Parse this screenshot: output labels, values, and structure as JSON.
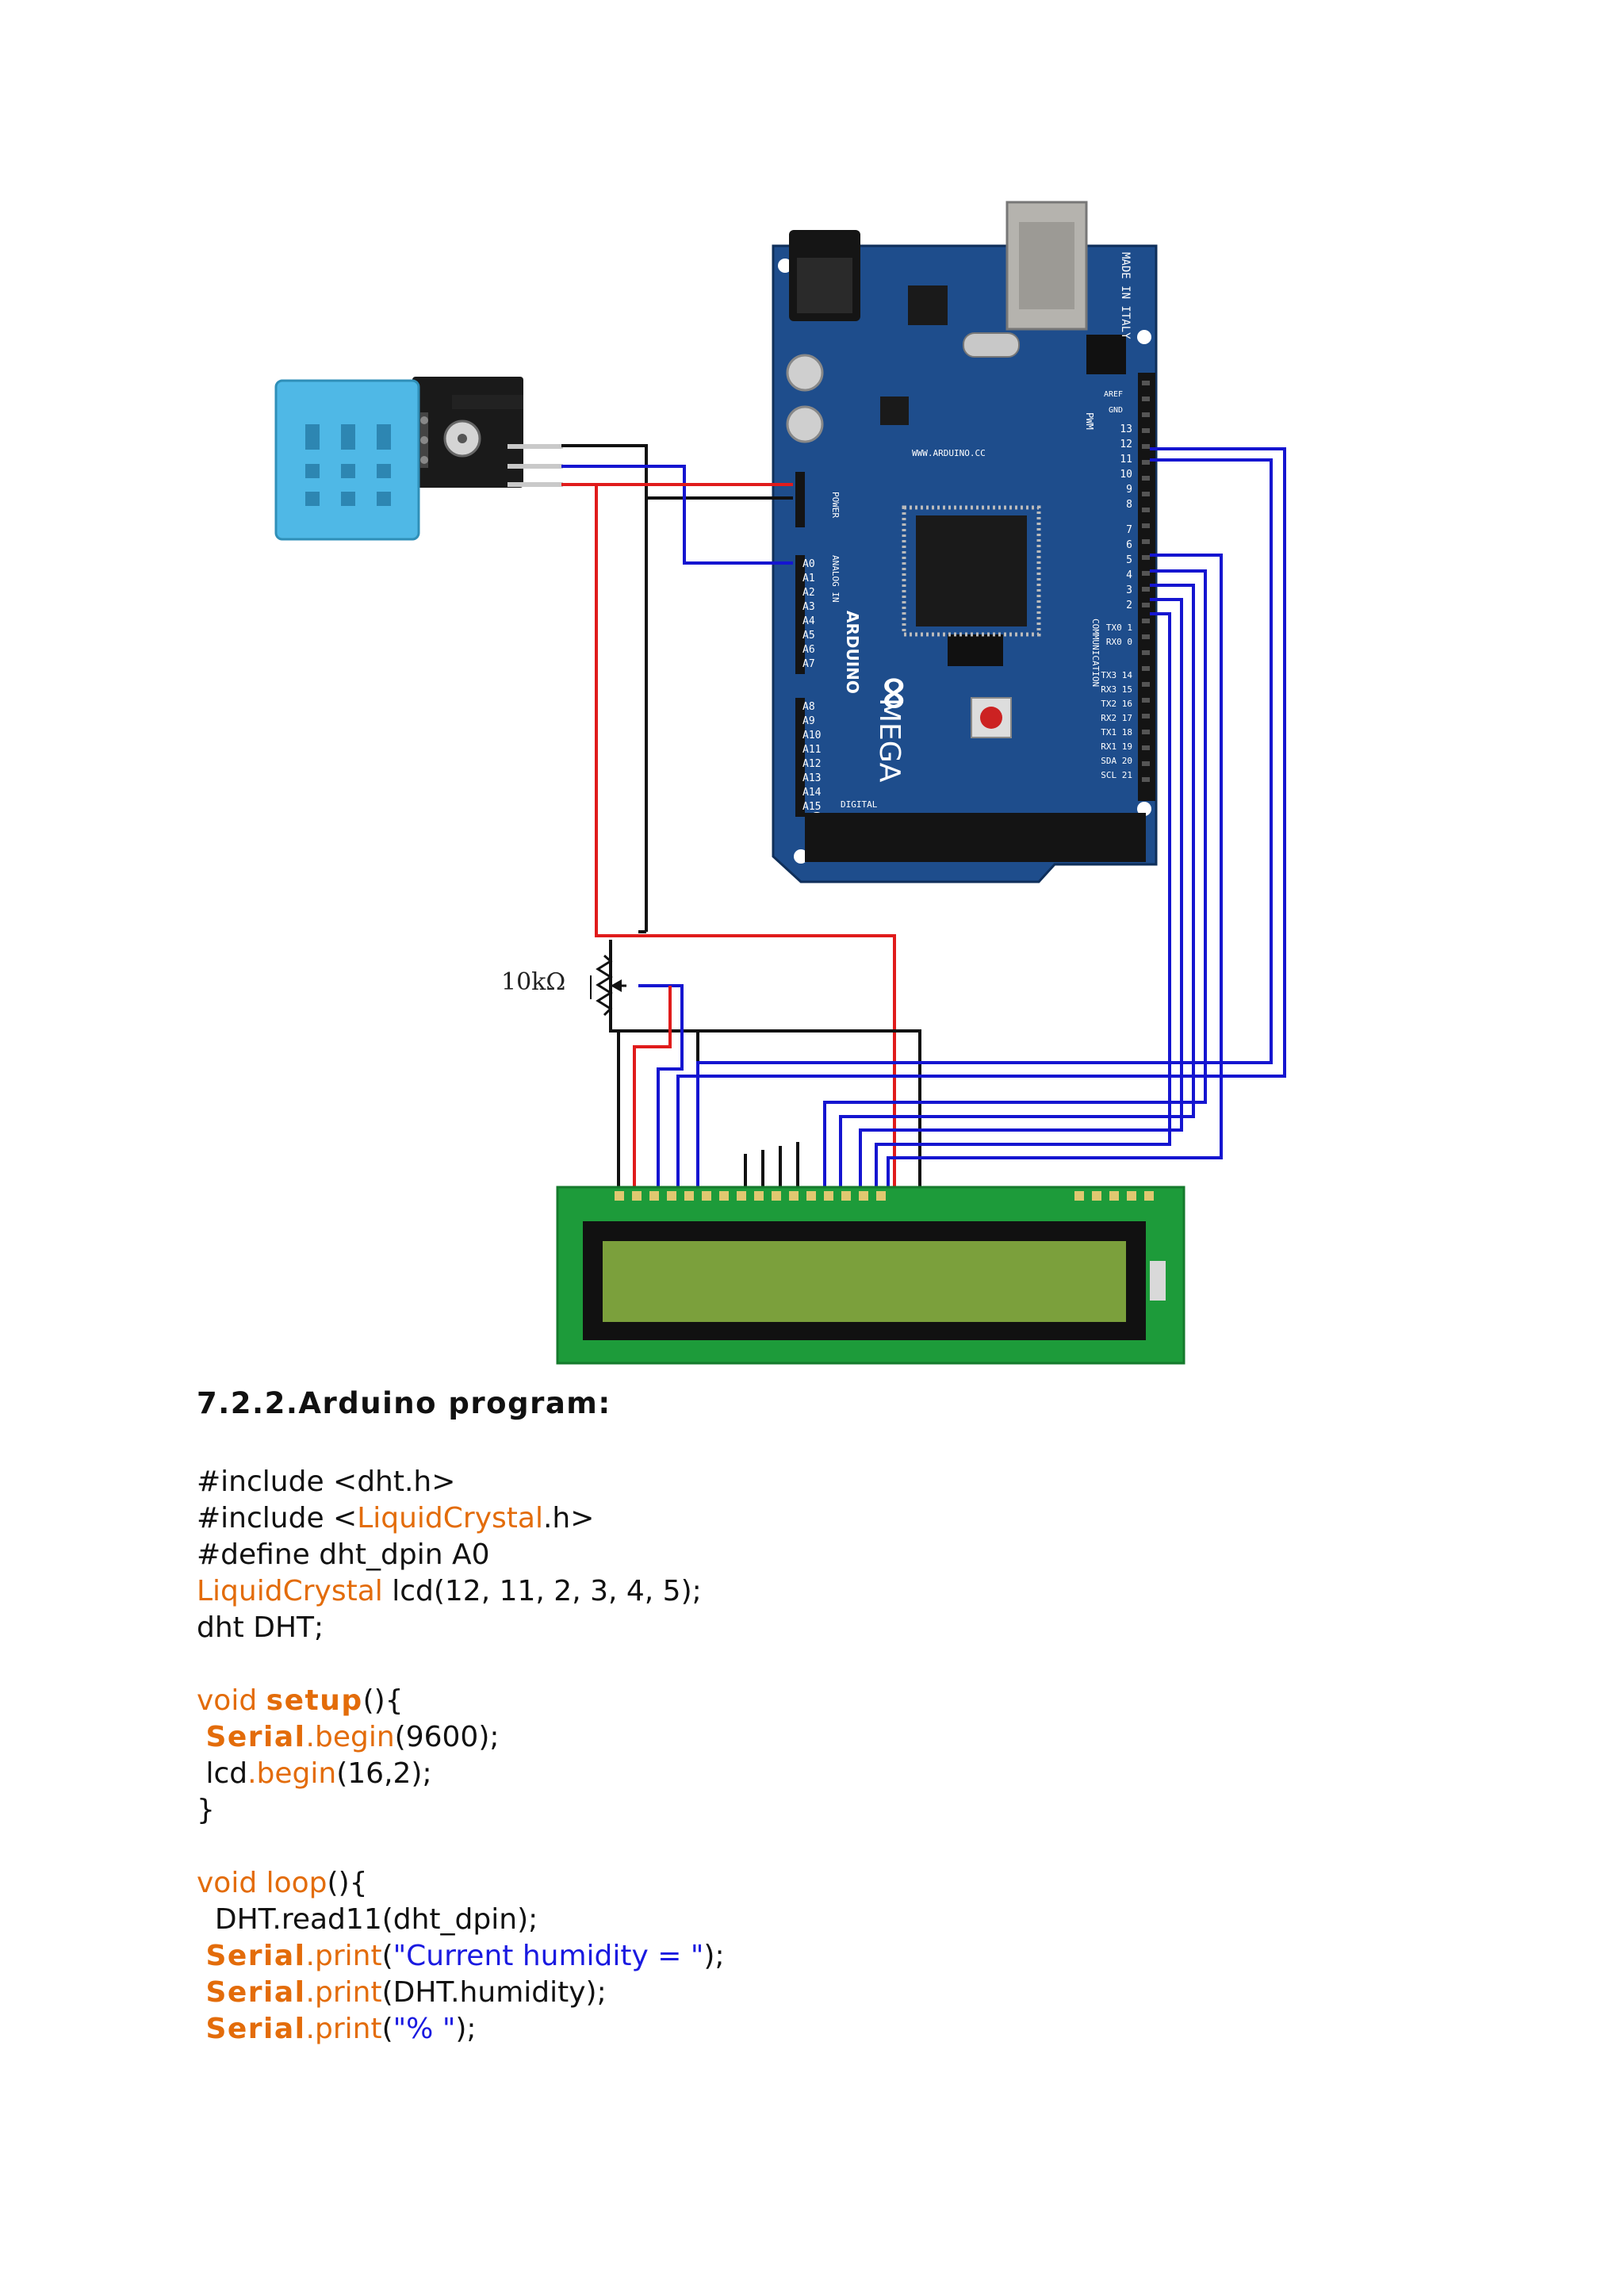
{
  "diagram": {
    "resistor_label": "10kΩ",
    "board_labels": {
      "made_in": "MADE IN ITALY",
      "brand": "ARDUINO",
      "model": "MEGA",
      "analog_in": "ANALOG IN",
      "power": "POWER",
      "communication": "COMMUNICATION",
      "digital": "DIGITAL",
      "pwm": "PWM",
      "aref": "AREF",
      "gnd": "GND",
      "website": "WWW.ARDUINO.CC",
      "analog_pins": [
        "A0",
        "A1",
        "A2",
        "A3",
        "A4",
        "A5",
        "A6",
        "A7",
        "A8",
        "A9",
        "A10",
        "A11",
        "A12",
        "A13",
        "A14",
        "A15"
      ],
      "pwm_pins": [
        "13",
        "12",
        "11",
        "10",
        "9",
        "8",
        "7",
        "6",
        "5",
        "4",
        "3",
        "2"
      ],
      "comm_pins": [
        "TX0 1",
        "RX0 0",
        "TX3 14",
        "RX3 15",
        "TX2 16",
        "RX2 17",
        "TX1 18",
        "RX1 19",
        "SDA 20",
        "SCL 21"
      ]
    },
    "wire_colors": {
      "red": "#e01b1b",
      "blue": "#1515d0",
      "black": "#111111"
    },
    "board_color": "#1e4d8c",
    "sensor_color": "#4fb8e6",
    "lcd_color": "#7ba03c"
  },
  "section": {
    "heading": "7.2.2.Arduino program:"
  },
  "code": {
    "l1": "#include <dht.h>",
    "l2_a": "#include <",
    "l2_b": "LiquidCrystal",
    "l2_c": ".h>",
    "l3": "#define dht_dpin A0",
    "l4_a": "LiquidCrystal",
    "l4_b": " lcd(12, 11, 2, 3, 4, 5);",
    "l5": "dht DHT;",
    "l7_a": "void ",
    "l7_b": "setup",
    "l7_c": "(){",
    "l8_a": " ",
    "l8_b": "Serial",
    "l8_c": ".begin",
    "l8_d": "(9600);",
    "l9_a": " lcd",
    "l9_b": ".begin",
    "l9_c": "(16,2);",
    "l10": "}",
    "l12_a": "void loop",
    "l12_b": "(){",
    "l13": "  DHT.read11(dht_dpin);",
    "l14_a": " ",
    "l14_b": "Serial",
    "l14_c": ".print",
    "l14_d": "(",
    "l14_e": "\"Current humidity = \"",
    "l14_f": ");",
    "l15_a": " ",
    "l15_b": "Serial",
    "l15_c": ".print",
    "l15_d": "(DHT.humidity);",
    "l16_a": " ",
    "l16_b": "Serial",
    "l16_c": ".print",
    "l16_d": "(",
    "l16_e": "\"% \"",
    "l16_f": ");"
  }
}
